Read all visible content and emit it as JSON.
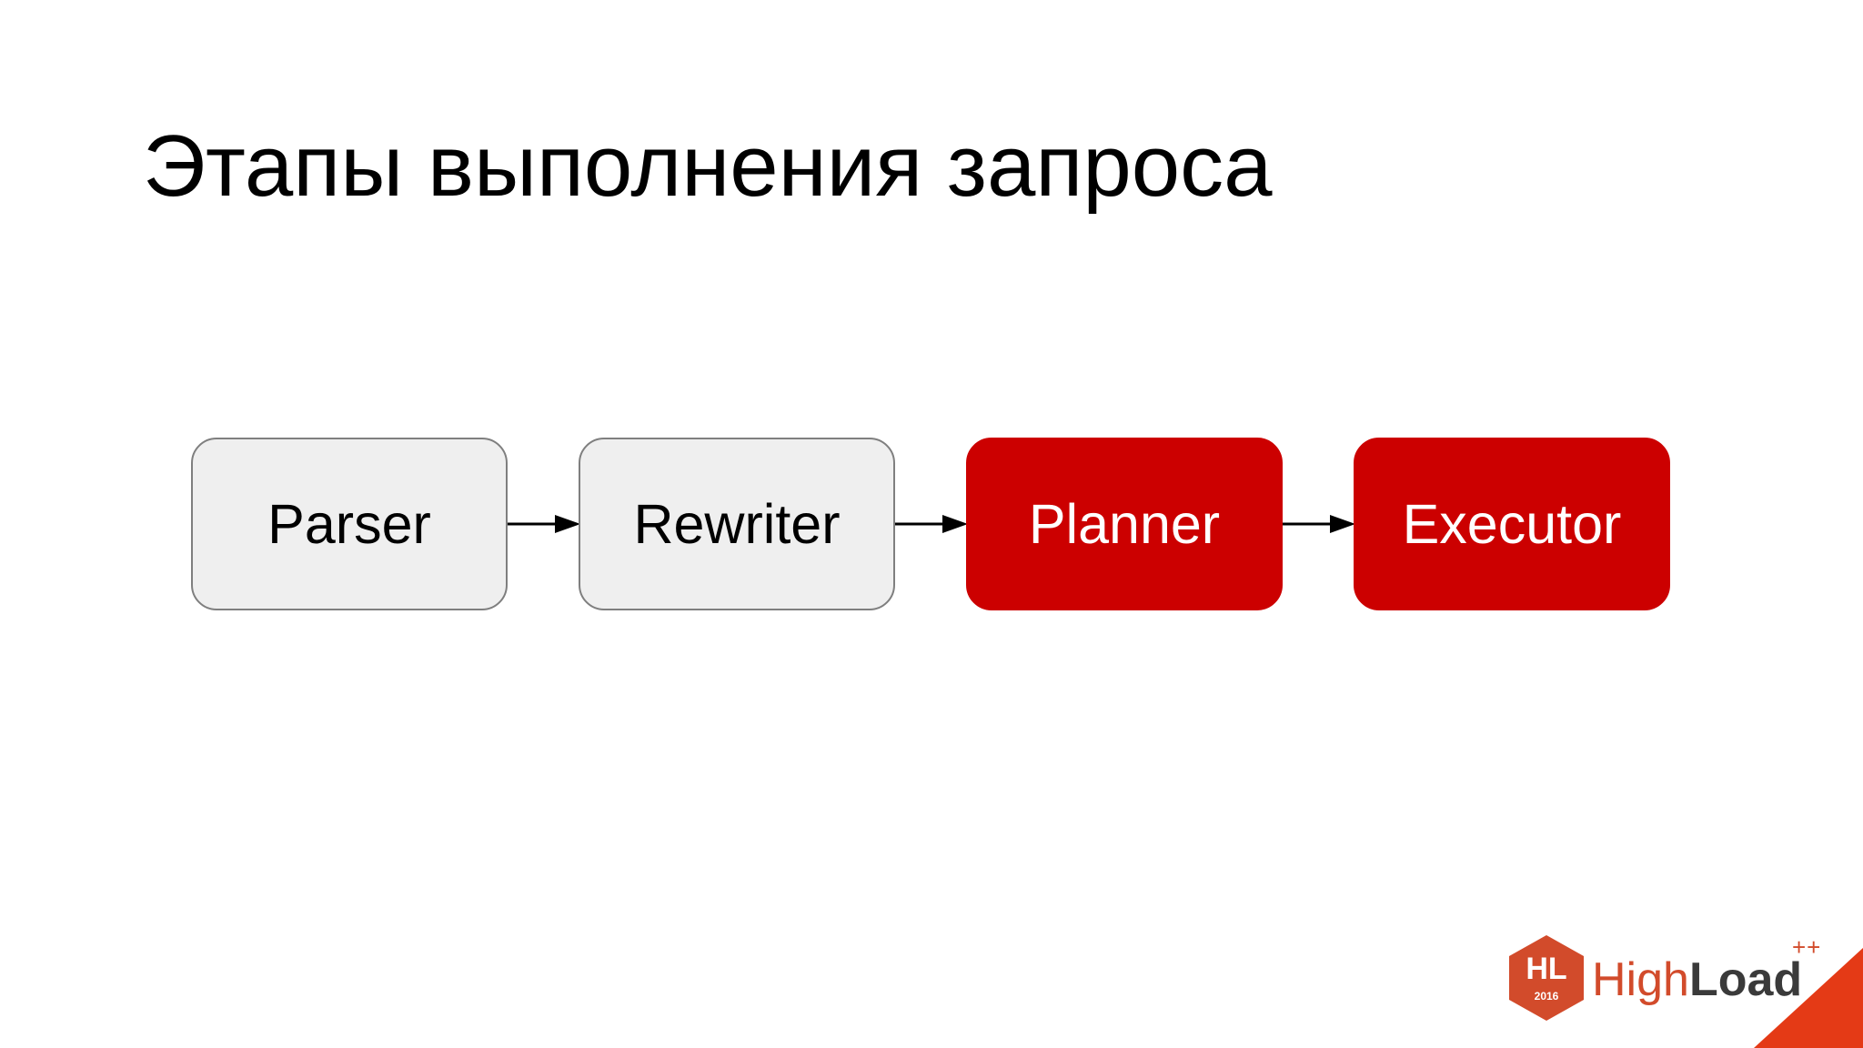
{
  "title": "Этапы выполнения запроса",
  "stages": [
    {
      "label": "Parser",
      "style": "light"
    },
    {
      "label": "Rewriter",
      "style": "light"
    },
    {
      "label": "Planner",
      "style": "highlighted"
    },
    {
      "label": "Executor",
      "style": "highlighted"
    }
  ],
  "colors": {
    "highlight": "#cc0000",
    "light_fill": "#efefef",
    "light_border": "#7f7f7f",
    "arrow": "#000000",
    "brand": "#d24b2b"
  },
  "logo": {
    "badge": "HL",
    "year": "2016",
    "word_high": "High",
    "word_load": "Load",
    "plus": "++"
  }
}
